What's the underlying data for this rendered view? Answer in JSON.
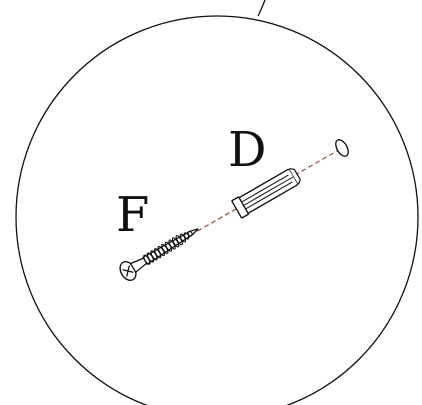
{
  "diagram": {
    "labels": {
      "screw": "F",
      "anchor": "D"
    },
    "colors": {
      "stroke": "#111111",
      "guide_line": "#b5432a",
      "background": "#ffffff"
    },
    "parts": [
      "screw",
      "wall-anchor",
      "drill-hole"
    ]
  }
}
